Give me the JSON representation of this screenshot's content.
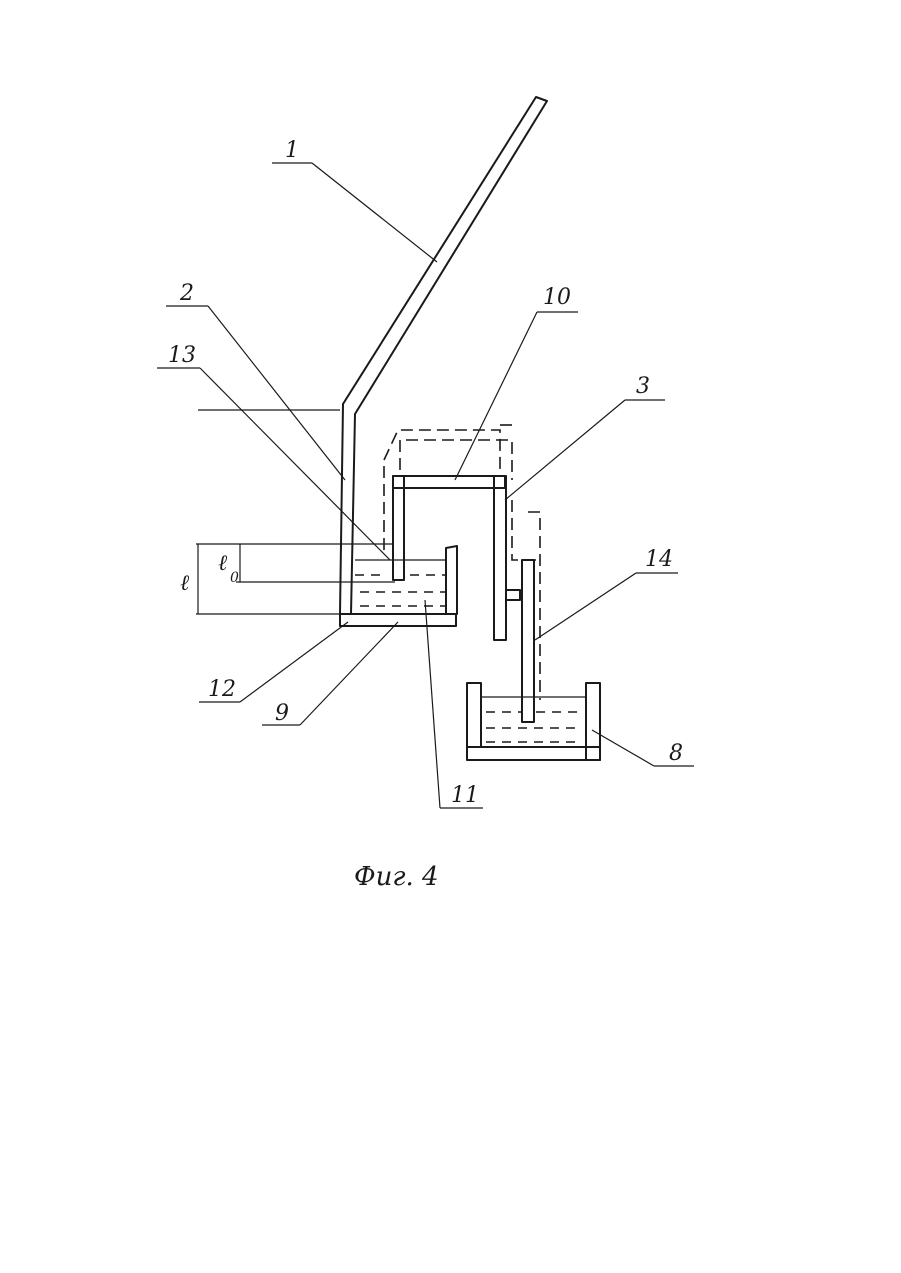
{
  "diagram": {
    "callouts": {
      "l1": "1",
      "l2": "2",
      "l3": "3",
      "l8": "8",
      "l9": "9",
      "l10": "10",
      "l11": "11",
      "l12": "12",
      "l13": "13",
      "l14": "14"
    },
    "dimensions": {
      "l": "ℓ",
      "l0_main": "ℓ",
      "l0_sub": "0"
    },
    "caption": "Фиг. 4",
    "colors": {
      "ink": "#1a1a1a",
      "paper": "#ffffff"
    }
  }
}
